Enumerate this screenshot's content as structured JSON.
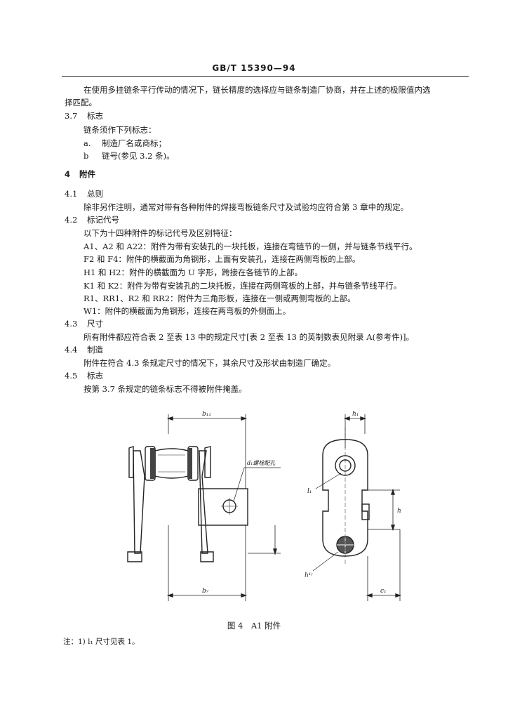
{
  "header": {
    "std_number": "GB/T 15390—94"
  },
  "paragraph_37_intro": {
    "line1": "在使用多挂链条平行传动的情况下，链长精度的选择应与链条制造厂协商，并在上述的极限值内选",
    "line2": "择匹配。"
  },
  "section_37": {
    "number": "3.7",
    "title": "标志",
    "intro": "链条须作下列标志：",
    "items": [
      {
        "marker": "a.",
        "text": "制造厂名或商标；"
      },
      {
        "marker": "b",
        "text": "链号(参见 3.2 条)。"
      }
    ]
  },
  "section_4": {
    "number": "4",
    "title": "附件"
  },
  "section_41": {
    "number": "4.1",
    "title": "总则",
    "body": "除非另作注明，通常对带有各种附件的焊接弯板链条尺寸及试验均应符合第 3 章中的规定。"
  },
  "section_42": {
    "number": "4.2",
    "title": "标记代号",
    "intro": "以下为十四种附件的标记代号及区别特征：",
    "lines": [
      "A1、A2 和 A22：附件为带有安装孔的一块托板，连接在弯链节的一侧，并与链条节线平行。",
      "F2 和 F4：附件的横截面为角钢形，上面有安装孔，连接在两侧弯板的上部。",
      "H1 和 H2：附件的横截面为 U 字形，跨接在各链节的上部。",
      "K1 和 K2：附件为带有安装孔的二块托板，连接在两侧弯板的上部，并与链条节线平行。",
      "R1、RR1、R2 和 RR2：附件为三角形板，连接在一侧或两侧弯板的上部。",
      "W1：附件的横截面为角钢形，连接在两弯板的外侧面上。"
    ]
  },
  "section_43": {
    "number": "4.3",
    "title": "尺寸",
    "body": "所有附件都应符合表 2 至表 13 中的规定尺寸[表 2 至表 13 的英制数表见附录 A(参考件)]。"
  },
  "section_44": {
    "number": "4.4",
    "title": "制造",
    "body": "附件在符合 4.3 条规定尺寸的情况下，其余尺寸及形状由制造厂确定。"
  },
  "section_45": {
    "number": "4.5",
    "title": "标志",
    "body": "按第 3.7 条规定的链条标志不得被附件掩盖。"
  },
  "figure": {
    "labels": {
      "b_top": "b₁₁",
      "b_bottom": "b₇",
      "hole_label": "d₁螺栓配孔",
      "h1_top": "h₁",
      "l1": "l₁",
      "h": "h",
      "c1": "c₁",
      "h_bottom": "h¹⁾"
    },
    "caption": "图 4　A1 附件"
  },
  "note": "注：1) l₁ 尺寸见表 1。"
}
